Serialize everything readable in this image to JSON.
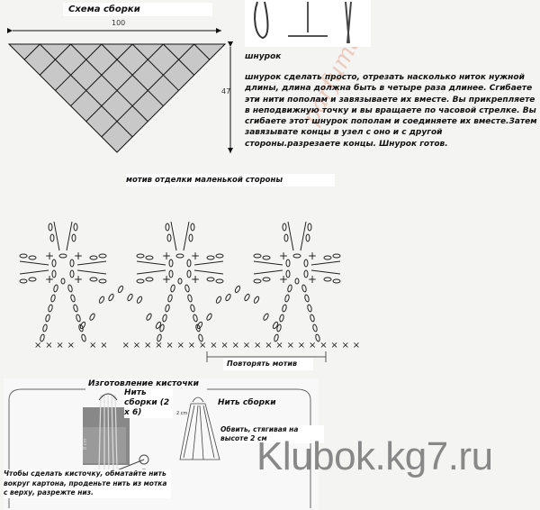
{
  "assembly": {
    "title": "Схема сборки",
    "width_label": "100",
    "height_label": "47"
  },
  "cord": {
    "label": "шнурок",
    "instructions": "шнурок сделать просто, отрезать насколько ниток нужной длины, длина должна быть в четыре раза длинее. Сгибаете эти нити пополам и завязываете их вместе. Вы прикрепляете в неподвижную точку и вы вращаете по часовой стрелке. Вы сгибаете этот шнурок пополам и соединяете их вместе.Затем завязывате концы в узел с оно и с другой стороны.разрезаете концы. Шнурок готов."
  },
  "motif": {
    "title": "мотив отделки маленькой стороны",
    "repeat_label": "Повторять мотив"
  },
  "tassel": {
    "title": "Изготовление кисточки",
    "thread_label_1": "Нить сборки (2 x 6)",
    "thread_label_2": "Нить сборки",
    "side_dim": "8 cm",
    "top_dim": "2 cm",
    "wrap_note": "Обвить, стягивая на высоте 2 см",
    "instructions": "Чтобы сделать кисточку, обматайте нить вокруг картона, проденьте нить из мотка с верху, разрежте низ."
  },
  "watermark": "Klubok.kg7.ru",
  "stamp": "parfumart",
  "colors": {
    "fill": "#c8c8c8",
    "line": "#111111",
    "watermark": "#888888"
  }
}
